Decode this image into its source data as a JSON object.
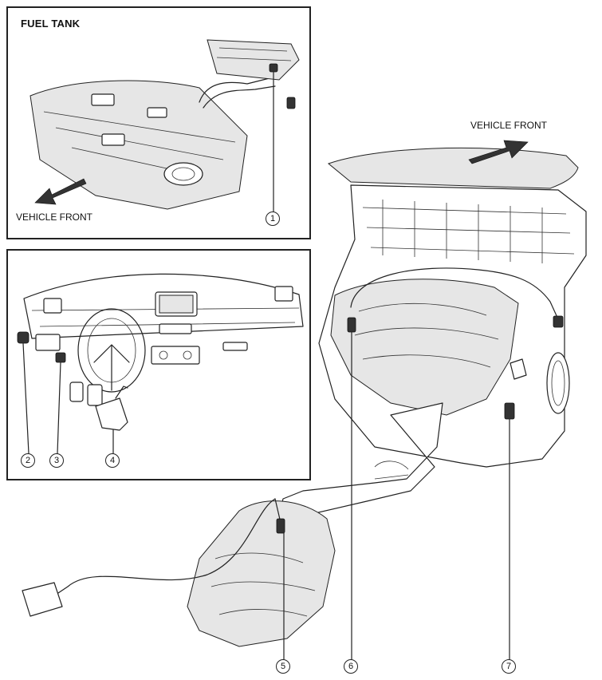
{
  "fuel_tank_panel": {
    "title": "FUEL TANK",
    "direction_label": "VEHICLE FRONT",
    "callout": "1"
  },
  "dashboard_panel": {
    "callouts": [
      "2",
      "3",
      "4"
    ]
  },
  "engine_view": {
    "direction_label": "VEHICLE FRONT",
    "callouts": [
      "5",
      "6",
      "7"
    ]
  }
}
